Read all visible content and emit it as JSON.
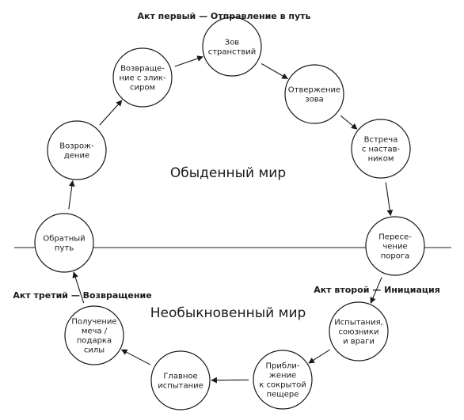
{
  "acts": {
    "first": "Акт первый — Отправление в путь",
    "second": "Акт второй — Инициация",
    "third": "Акт третий — Возвращение"
  },
  "worlds": {
    "ordinary": "Обыденный мир",
    "extraordinary": "Необыкновенный мир"
  },
  "stages": [
    {
      "id": "call",
      "lines": [
        "Зов",
        "странствий"
      ]
    },
    {
      "id": "refusal",
      "lines": [
        "Отвержение",
        "зова"
      ]
    },
    {
      "id": "mentor",
      "lines": [
        "Встреча",
        "с настав-",
        "ником"
      ]
    },
    {
      "id": "threshold",
      "lines": [
        "Пересе-",
        "чение",
        "порога"
      ]
    },
    {
      "id": "trials",
      "lines": [
        "Испытания,",
        "союзники",
        "и враги"
      ]
    },
    {
      "id": "approach",
      "lines": [
        "Прибли-",
        "жение",
        "к сокрытой",
        "пещере"
      ]
    },
    {
      "id": "ordeal",
      "lines": [
        "Главное",
        "испытание"
      ]
    },
    {
      "id": "reward",
      "lines": [
        "Получение",
        "меча /",
        "подарка",
        "силы"
      ]
    },
    {
      "id": "road-back",
      "lines": [
        "Обратный",
        "путь"
      ]
    },
    {
      "id": "resurrection",
      "lines": [
        "Возрож-",
        "дение"
      ]
    },
    {
      "id": "return",
      "lines": [
        "Возвраще-",
        "ние с элик-",
        "сиром"
      ]
    }
  ]
}
